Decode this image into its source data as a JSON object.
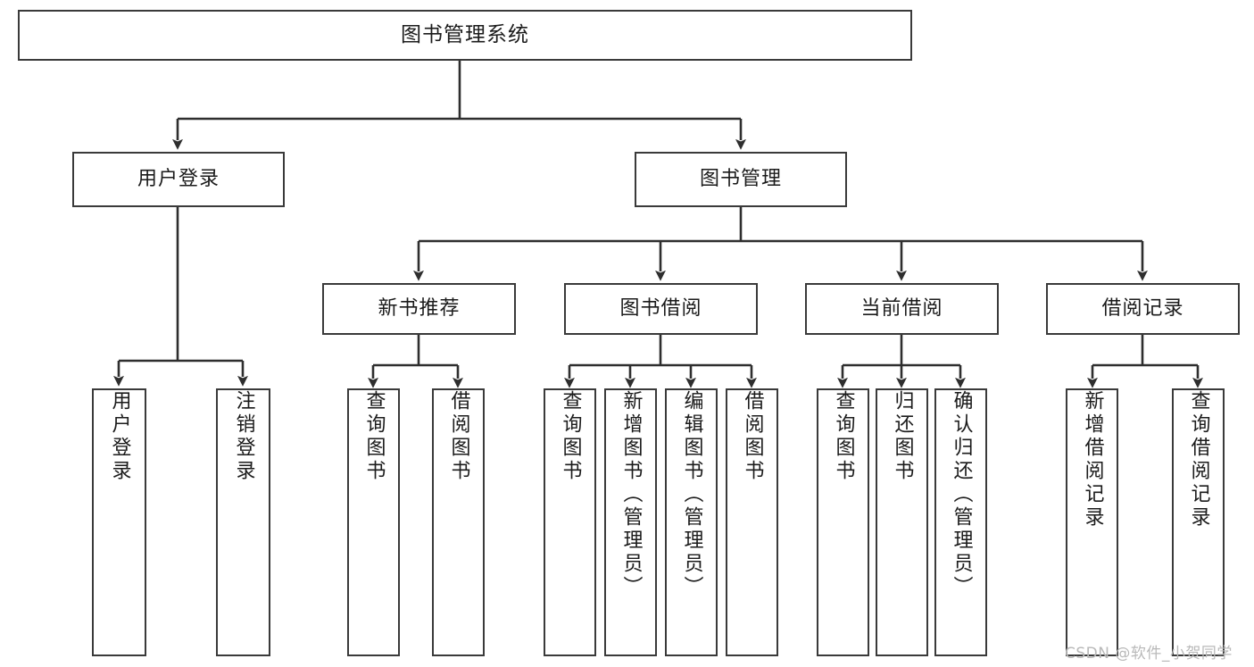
{
  "diagram": {
    "title": "图书管理系统",
    "type": "hierarchy-tree",
    "root": {
      "label": "图书管理系统"
    },
    "level2": [
      {
        "label": "用户登录"
      },
      {
        "label": "图书管理"
      }
    ],
    "level3": [
      {
        "label": "新书推荐"
      },
      {
        "label": "图书借阅"
      },
      {
        "label": "当前借阅"
      },
      {
        "label": "借阅记录"
      }
    ],
    "leaves": {
      "user_login": [
        {
          "label": "用户登录"
        },
        {
          "label": "注销登录"
        }
      ],
      "new_book_recommend": [
        {
          "label": "查询图书"
        },
        {
          "label": "借阅图书"
        }
      ],
      "book_borrow": [
        {
          "label": "查询图书"
        },
        {
          "label": "新增图书（管理员）"
        },
        {
          "label": "编辑图书（管理员）"
        },
        {
          "label": "借阅图书"
        }
      ],
      "current_borrow": [
        {
          "label": "查询图书"
        },
        {
          "label": "归还图书"
        },
        {
          "label": "确认归还（管理员）"
        }
      ],
      "borrow_record": [
        {
          "label": "新增借阅记录"
        },
        {
          "label": "查询借阅记录"
        }
      ]
    }
  },
  "watermark": {
    "text": "CSDN @软件_小贺同学"
  },
  "colors": {
    "stroke": "#3a3a3a",
    "fill": "#ffffff",
    "text": "#1b1b1b",
    "watermark": "#b9b9b9"
  }
}
